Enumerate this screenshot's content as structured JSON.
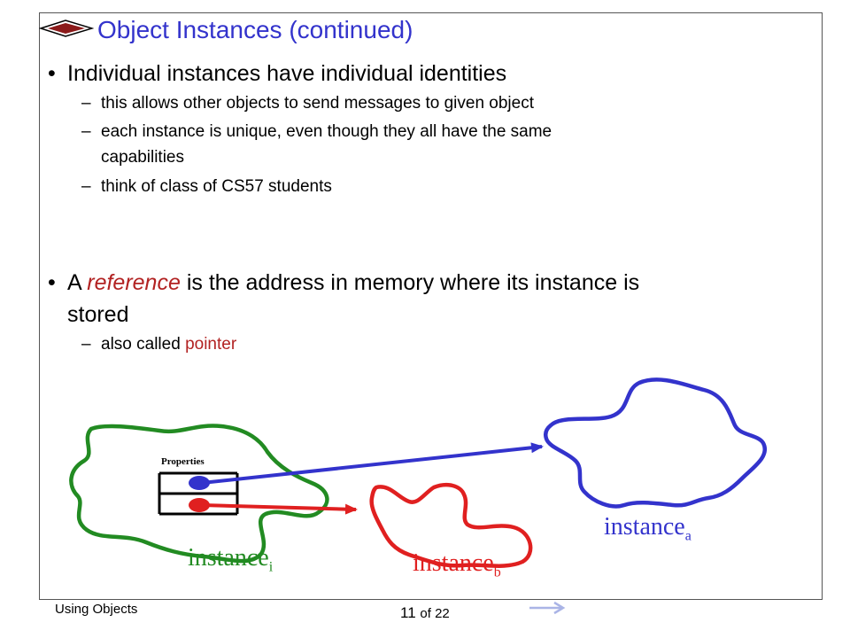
{
  "slide": {
    "title": "Object Instances (continued)",
    "bullets": [
      {
        "text": "Individual instances have individual identities",
        "subs": [
          "this allows other objects to send messages to given object",
          "each instance is unique, even though they all have the same",
          "capabilities",
          "think of class of CS57 students"
        ]
      },
      {
        "text_before": "A ",
        "text_emph": "reference",
        "text_after": " is the address in memory where its instance is",
        "text_line2": "stored",
        "sub_before": "also called ",
        "sub_emph": "pointer"
      }
    ],
    "bullet_glyph": "•",
    "dash_glyph": "–"
  },
  "diagram": {
    "properties_label": "Properties",
    "instance_i": {
      "base": "instance",
      "sub": "i",
      "color": "#228b22"
    },
    "instance_b": {
      "base": "instance",
      "sub": "b",
      "color": "#e02020"
    },
    "instance_a": {
      "base": "instance",
      "sub": "a",
      "color": "#3333cc"
    }
  },
  "footer": {
    "left": "Using Objects",
    "page_num": "11",
    "page_of": "of 22"
  },
  "colors": {
    "title": "#3333cc",
    "emphasis": "#b22222",
    "green": "#228b22",
    "red": "#e02020",
    "blue": "#3333cc"
  }
}
